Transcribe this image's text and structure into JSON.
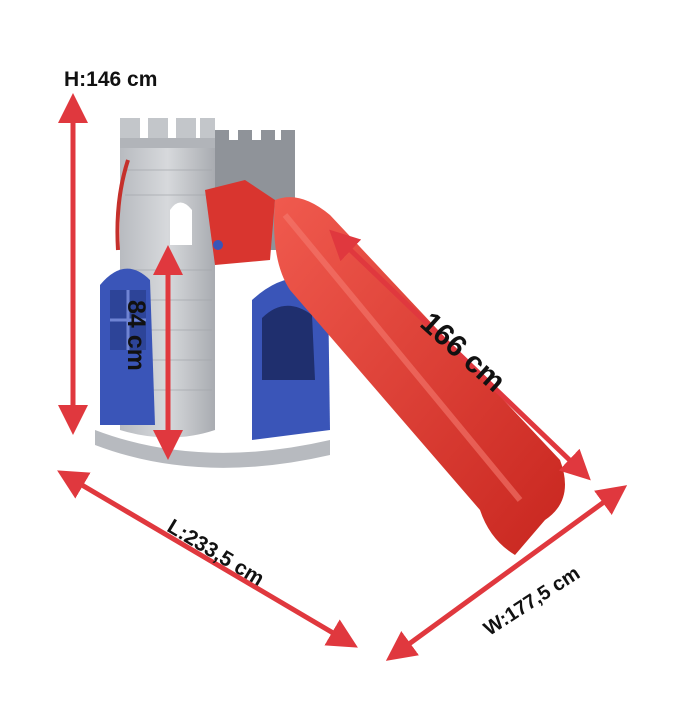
{
  "dimensions": {
    "height": "H:146 cm",
    "mid_height": "84 cm",
    "slide_length": "166 cm",
    "length": "L:233,5 cm",
    "width": "W:177,5 cm"
  },
  "colors": {
    "arrow": "#e0383e",
    "castle_light": "#c9ccd0",
    "castle_shadow": "#9ea2a8",
    "door_blue": "#3a55b8",
    "slide_red": "#e13a33"
  }
}
